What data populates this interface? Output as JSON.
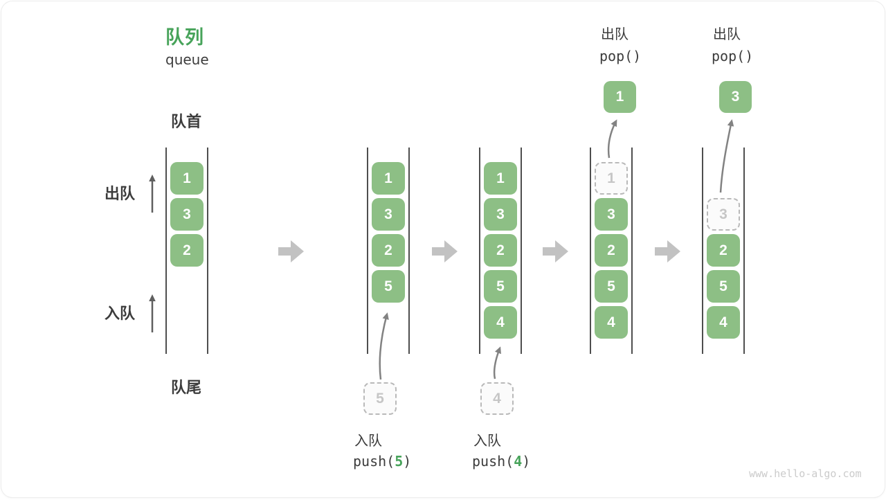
{
  "header": {
    "title": "队列",
    "subtitle": "queue"
  },
  "labels": {
    "queue_front": "队首",
    "queue_tail": "队尾",
    "dequeue_side": "出队",
    "enqueue_side": "入队"
  },
  "columns": {
    "state1": {
      "boxes": [
        "1",
        "3",
        "2"
      ]
    },
    "state2": {
      "boxes": [
        "1",
        "3",
        "2",
        "5"
      ],
      "incoming_value": "5"
    },
    "state3": {
      "boxes": [
        "1",
        "3",
        "2",
        "5",
        "4"
      ],
      "incoming_value": "4"
    },
    "state4": {
      "ghost_value": "1",
      "boxes": [
        "3",
        "2",
        "5",
        "4"
      ],
      "popped_value": "1"
    },
    "state5": {
      "ghost_value": "3",
      "boxes": [
        "2",
        "5",
        "4"
      ],
      "popped_value": "3"
    }
  },
  "operations": {
    "push5": {
      "label": "入队",
      "code_before": "push(",
      "code_arg": "5",
      "code_after": ")"
    },
    "push4": {
      "label": "入队",
      "code_before": "push(",
      "code_arg": "4",
      "code_after": ")"
    },
    "pop1": {
      "label": "出队",
      "code": "pop()"
    },
    "pop2": {
      "label": "出队",
      "code": "pop()"
    }
  },
  "colors": {
    "box_green": "#8dbf85",
    "title_green": "#47a35a",
    "code_arg_green": "#47a35a",
    "text_dark": "#3c3c3c",
    "channel_line": "#4e4e4e",
    "block_arrow_gray": "#c2c2c2",
    "curve_arrow_gray": "#828282",
    "ghost_border": "#b9b9b9",
    "ghost_text": "#c6c6c6",
    "watermark_gray": "#cbcbcb"
  },
  "watermark": "www.hello-algo.com"
}
